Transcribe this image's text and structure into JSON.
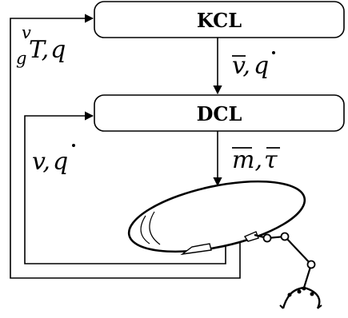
{
  "blocks": {
    "kcl_label": "KCL",
    "dcl_label": "DCL"
  },
  "signals": {
    "kcl_to_dcl": {
      "a": "v",
      "sep": ",",
      "b": "q"
    },
    "dcl_to_robot": {
      "a": "m",
      "sep": ",",
      "b": "τ"
    },
    "velocity_feedback": {
      "a": "v",
      "sep": ",",
      "b": "q"
    },
    "pose_feedback": {
      "sup": "v",
      "sub": "g",
      "base": "T",
      "sep": ",",
      "b": "q"
    }
  }
}
